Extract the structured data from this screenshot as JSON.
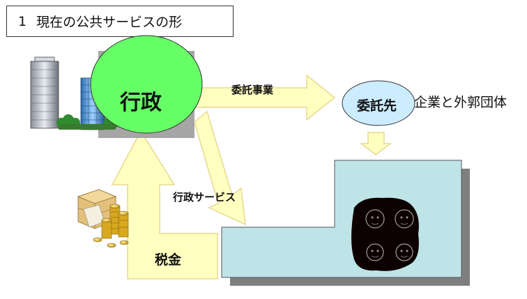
{
  "title": {
    "number": "1",
    "text": "現在の公共サービスの形"
  },
  "nodes": {
    "government": "行政",
    "contractor": "委託先",
    "contractor_note": "企業と外郭団体",
    "tax": "税金"
  },
  "arrows": {
    "outsourcing": "委託事業",
    "service": "行政サービス"
  },
  "colors": {
    "arrow_fill": "#FFFFC0",
    "arrow_stroke": "#E8D890",
    "ellipse_green": "#66FF66",
    "ellipse_blue": "#CCECFF",
    "panel": "#BFE4E8",
    "gray_panel": "#A6A6A6"
  },
  "icons": [
    "office-building-icon",
    "money-pile-icon",
    "people-group-icon"
  ]
}
